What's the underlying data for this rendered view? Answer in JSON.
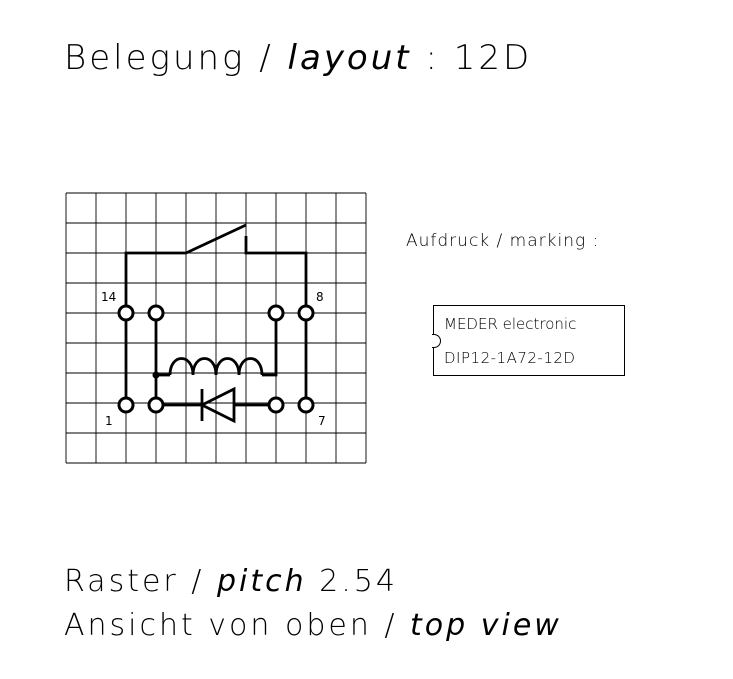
{
  "title": {
    "prefix": "Belegung /",
    "italic": "layout",
    "suffix": ": 12D"
  },
  "marking": {
    "label": "Aufdruck / marking :",
    "line1": "MEDER electronic",
    "line2": "DIP12-1A72-12D"
  },
  "pins": {
    "p14": "14",
    "p8": "8",
    "p1": "1",
    "p7": "7"
  },
  "footer": {
    "raster_prefix": "Raster /",
    "raster_italic": "pitch",
    "raster_value": "2.54",
    "view_prefix": "Ansicht von oben /",
    "view_italic": "top view"
  }
}
